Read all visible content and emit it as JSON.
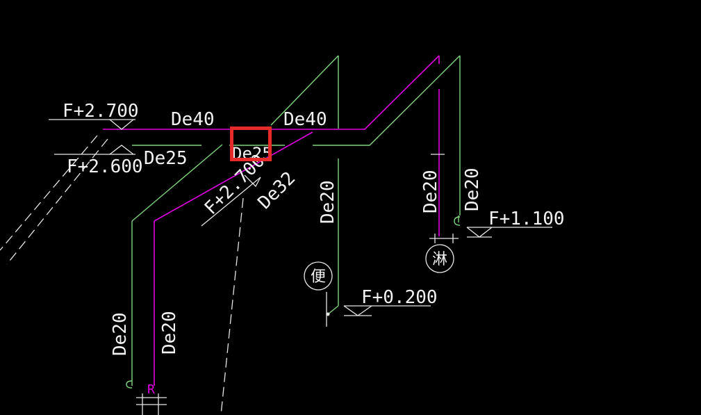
{
  "drawing": {
    "labels": {
      "el_2700": "F+2.700",
      "el_2600": "F+2.600",
      "el_2700_diag": "F+2.700",
      "el_1100": "F+1.100",
      "el_0200": "F+0.200",
      "de40_left": "De40",
      "de40_right": "De40",
      "de25_left": "De25",
      "de25_box": "De25",
      "de32": "De32",
      "de20_mid": "De20",
      "de20_right_a": "De20",
      "de20_right_b": "De20",
      "de20_bot_a": "De20",
      "de20_bot_b": "De20"
    },
    "fixtures": {
      "toilet": "便",
      "shower": "淋"
    },
    "letters": {
      "r_mark": "R"
    }
  },
  "colors": {
    "background": "#000000",
    "pipe_magenta": "#e000e0",
    "pipe_green": "#7fd67f",
    "text_white": "#f2f2f2",
    "highlight_red": "#e62b2b"
  }
}
